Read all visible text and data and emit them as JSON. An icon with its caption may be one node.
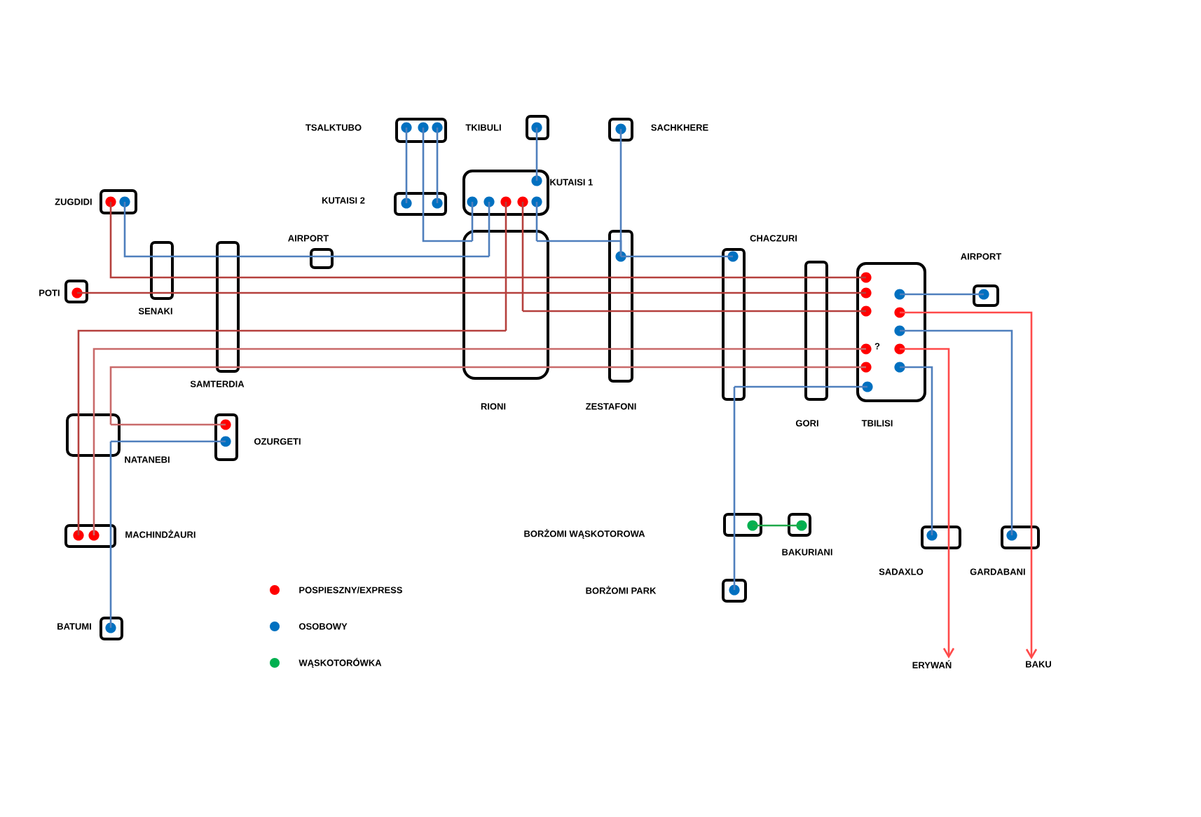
{
  "diagram": {
    "nodes": [
      {
        "text": [],
        "shape": "box",
        "beside": [
          "ZUGDIDI"
        ]
      },
      {
        "text": [],
        "shape": "box",
        "beside": [
          "POTI"
        ]
      },
      {
        "text": [],
        "shape": "box",
        "beside": [
          "SENAKI"
        ]
      },
      {
        "text": [],
        "shape": "box",
        "beside": [
          "AIRPORT"
        ]
      },
      {
        "text": [],
        "shape": "box",
        "beside": [
          "SAMTERDIA"
        ]
      },
      {
        "text": [],
        "shape": "box",
        "beside": [
          "TSALKTUBO"
        ]
      },
      {
        "text": [],
        "shape": "box",
        "beside": [
          "KUTAISI 2"
        ]
      },
      {
        "text": [],
        "shape": "box",
        "beside": [
          "TKIBULI"
        ]
      },
      {
        "text": [],
        "shape": "box",
        "beside": [
          "KUTAISI 1"
        ]
      },
      {
        "text": [],
        "shape": "box",
        "beside": [
          "RIONI"
        ]
      },
      {
        "text": [],
        "shape": "box",
        "beside": [
          "SACHKHERE"
        ]
      },
      {
        "text": [],
        "shape": "box",
        "beside": [
          "ZESTAFONI"
        ]
      },
      {
        "text": [],
        "shape": "box",
        "beside": [
          "CHACZURI"
        ]
      },
      {
        "text": [],
        "shape": "box",
        "beside": [
          "GORI"
        ]
      },
      {
        "text": [],
        "shape": "box",
        "beside": [
          "TBILISI"
        ]
      },
      {
        "text": [],
        "shape": "box",
        "beside": [
          "AIRPORT"
        ]
      },
      {
        "text": [],
        "shape": "box",
        "beside": [
          "NATANEBI"
        ]
      },
      {
        "text": [],
        "shape": "box",
        "beside": [
          "OZURGETI"
        ]
      },
      {
        "text": [],
        "shape": "box",
        "beside": [
          "MACHINDŻAURI"
        ]
      },
      {
        "text": [],
        "shape": "box",
        "beside": [
          "BATUMI"
        ]
      },
      {
        "text": [],
        "shape": "box"
      },
      {
        "text": [],
        "shape": "box",
        "beside": [
          "BAKURIANI"
        ]
      },
      {
        "text": [],
        "shape": "box"
      },
      {
        "text": [],
        "shape": "box",
        "beside": [
          "SADAXLO"
        ]
      },
      {
        "text": [],
        "shape": "box",
        "beside": [
          "GARDABANI"
        ]
      },
      {
        "text": [
          "ERYWAŃ"
        ]
      },
      {
        "text": [
          "BAKU"
        ]
      }
    ],
    "edges": [
      {
        "from": 0,
        "to": 2,
        "arrow": "none",
        "color": "#b5403d"
      },
      {
        "from": 2,
        "to": 4,
        "arrow": "none",
        "color": "#b5403d"
      },
      {
        "from": 4,
        "to": 9,
        "arrow": "none",
        "color": "#b5403d"
      },
      {
        "from": 9,
        "to": 11,
        "arrow": "none",
        "color": "#b5403d"
      },
      {
        "from": 11,
        "to": 12,
        "arrow": "none",
        "color": "#b5403d"
      },
      {
        "from": 12,
        "to": 13,
        "arrow": "none",
        "color": "#b5403d"
      },
      {
        "from": 13,
        "to": 14,
        "arrow": "none",
        "color": "#b5403d"
      },
      {
        "from": 0,
        "to": 2,
        "arrow": "none"
      },
      {
        "from": 2,
        "to": 4,
        "arrow": "none"
      },
      {
        "from": 4,
        "to": 3,
        "arrow": "none"
      },
      {
        "from": 3,
        "to": 9,
        "arrow": "none"
      },
      {
        "from": 9,
        "to": 8,
        "arrow": "none"
      },
      {
        "from": 1,
        "to": 2,
        "arrow": "none",
        "color": "#b5403d"
      },
      {
        "from": 2,
        "to": 4,
        "arrow": "none",
        "color": "#b5403d"
      },
      {
        "from": 4,
        "to": 9,
        "arrow": "none",
        "color": "#b5403d"
      },
      {
        "from": 9,
        "to": 11,
        "arrow": "none",
        "color": "#b5403d"
      },
      {
        "from": 11,
        "to": 12,
        "arrow": "none",
        "color": "#b5403d"
      },
      {
        "from": 12,
        "to": 13,
        "arrow": "none",
        "color": "#b5403d"
      },
      {
        "from": 13,
        "to": 14,
        "arrow": "none",
        "color": "#b5403d"
      },
      {
        "from": 5,
        "to": 6,
        "arrow": "none"
      },
      {
        "from": 5,
        "to": 6,
        "arrow": "none"
      },
      {
        "from": 5,
        "to": 6,
        "arrow": "none"
      },
      {
        "from": 6,
        "to": 9,
        "arrow": "none"
      },
      {
        "from": 9,
        "to": 8,
        "arrow": "none"
      },
      {
        "from": 7,
        "to": 8,
        "arrow": "none"
      },
      {
        "from": 8,
        "to": 9,
        "arrow": "none"
      },
      {
        "from": 9,
        "to": 11,
        "arrow": "none"
      },
      {
        "from": 10,
        "to": 11,
        "arrow": "none"
      },
      {
        "from": 11,
        "to": 12,
        "arrow": "none"
      },
      {
        "from": 8,
        "to": 9,
        "arrow": "none",
        "color": "#b5403d"
      },
      {
        "from": 9,
        "to": 4,
        "arrow": "none",
        "color": "#b5403d"
      },
      {
        "from": 4,
        "to": 16,
        "arrow": "none",
        "color": "#b5403d"
      },
      {
        "from": 16,
        "to": 18,
        "arrow": "none",
        "color": "#b5403d"
      },
      {
        "from": 8,
        "to": 9,
        "arrow": "none",
        "color": "#b5403d"
      },
      {
        "from": 9,
        "to": 11,
        "arrow": "none",
        "color": "#b5403d"
      },
      {
        "from": 11,
        "to": 12,
        "arrow": "none",
        "color": "#b5403d"
      },
      {
        "from": 12,
        "to": 13,
        "arrow": "none",
        "color": "#b5403d"
      },
      {
        "from": 13,
        "to": 14,
        "arrow": "none",
        "color": "#b5403d"
      },
      {
        "from": 18,
        "to": 16,
        "arrow": "none",
        "color": "#c96a6a"
      },
      {
        "from": 16,
        "to": 4,
        "arrow": "none",
        "color": "#c96a6a"
      },
      {
        "from": 4,
        "to": 9,
        "arrow": "none",
        "color": "#c96a6a"
      },
      {
        "from": 9,
        "to": 11,
        "arrow": "none",
        "color": "#c96a6a"
      },
      {
        "from": 11,
        "to": 12,
        "arrow": "none",
        "color": "#c96a6a"
      },
      {
        "from": 12,
        "to": 13,
        "arrow": "none",
        "color": "#c96a6a"
      },
      {
        "from": 13,
        "to": 14,
        "arrow": "none",
        "color": "#c96a6a"
      },
      {
        "from": 17,
        "to": 16,
        "arrow": "none",
        "color": "#c96a6a"
      },
      {
        "from": 16,
        "to": 4,
        "arrow": "none",
        "color": "#c96a6a"
      },
      {
        "from": 4,
        "to": 9,
        "arrow": "none",
        "color": "#c96a6a"
      },
      {
        "from": 9,
        "to": 11,
        "arrow": "none",
        "color": "#c96a6a"
      },
      {
        "from": 11,
        "to": 12,
        "arrow": "none",
        "color": "#c96a6a"
      },
      {
        "from": 12,
        "to": 13,
        "arrow": "none",
        "color": "#c96a6a"
      },
      {
        "from": 13,
        "to": 14,
        "arrow": "none",
        "color": "#c96a6a"
      },
      {
        "from": 17,
        "to": 16,
        "arrow": "none"
      },
      {
        "from": 16,
        "to": 19,
        "arrow": "none"
      },
      {
        "from": 14,
        "to": 15,
        "arrow": "none"
      },
      {
        "from": 14,
        "to": 24,
        "arrow": "none"
      },
      {
        "from": 14,
        "to": 23,
        "arrow": "none"
      },
      {
        "from": 14,
        "to": 13,
        "arrow": "none"
      },
      {
        "from": 13,
        "to": 12,
        "arrow": "none"
      },
      {
        "from": 12,
        "to": 20,
        "arrow": "none"
      },
      {
        "from": 20,
        "to": 22,
        "arrow": "none"
      },
      {
        "from": 20,
        "to": 21,
        "arrow": "none",
        "color": "#1ea84a"
      },
      {
        "from": 14,
        "to": 23,
        "arrow": "none",
        "color": "#ff4a4a"
      },
      {
        "from": 23,
        "to": 25,
        "arrow": "to",
        "color": "#ff4a4a"
      },
      {
        "from": 14,
        "to": 24,
        "arrow": "none",
        "color": "#ff4a4a"
      },
      {
        "from": 24,
        "to": 26,
        "arrow": "to",
        "color": "#ff4a4a"
      }
    ],
    "labels": [
      "?",
      "BORŻOMI WĄSKOTOROWA",
      "BORŻOMI PARK"
    ],
    "legend": [
      {
        "text": "POSPIESZNY/EXPRESS",
        "color": "#ff0000"
      },
      {
        "text": "OSOBOWY",
        "color": "#0070c0"
      },
      {
        "text": "WĄSKOTORÓWKA",
        "color": "#00b050"
      }
    ]
  }
}
